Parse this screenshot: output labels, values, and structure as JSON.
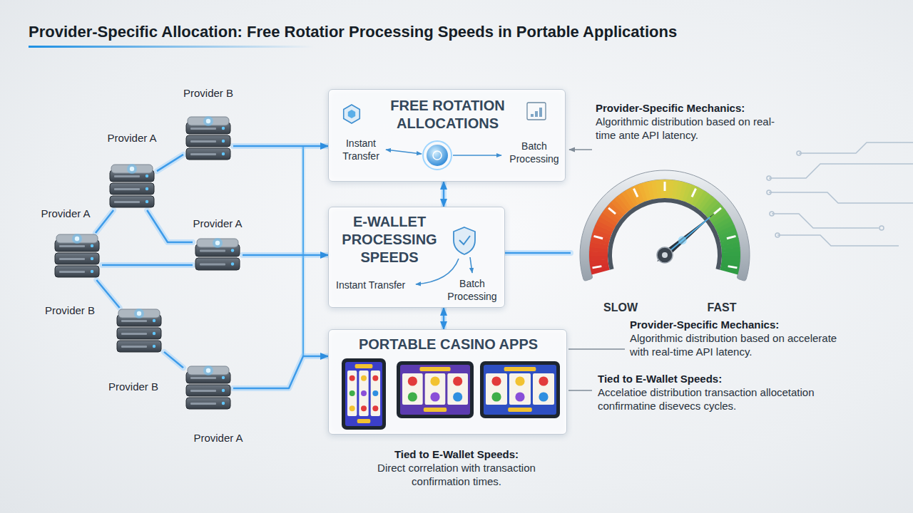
{
  "diagram": {
    "title": "Provider-Specific Allocation: Free Rotatior Processing Speeds in Portable Applications",
    "nodes": [
      {
        "text": [
          "Provider B"
        ]
      },
      {
        "text": [
          "Provider A"
        ]
      },
      {
        "text": [
          "Provider A",
          "Provider B"
        ]
      },
      {
        "text": [
          "Provider A"
        ]
      },
      {
        "text": [
          "Provider B"
        ]
      },
      {
        "text": [
          "Provider A"
        ]
      },
      {
        "text": [
          "FREE ROTATION ALLOCATIONS",
          "Instant Transfer",
          "Batch Processing"
        ]
      },
      {
        "text": [
          "E-WALLET PROCESSING SPEEDS",
          "Instant Transfer",
          "Batch Processing"
        ]
      },
      {
        "text": [
          "PORTABLE CASINO APPS"
        ]
      },
      {
        "text": [
          "SLOW",
          "FAST"
        ]
      }
    ],
    "edges": [
      {
        "from": 0,
        "to": 1,
        "arrow": "none"
      },
      {
        "from": 1,
        "to": 2,
        "arrow": "none"
      },
      {
        "from": 1,
        "to": 3,
        "arrow": "none"
      },
      {
        "from": 2,
        "to": 3,
        "arrow": "none"
      },
      {
        "from": 2,
        "to": 4,
        "arrow": "none"
      },
      {
        "from": 4,
        "to": 5,
        "arrow": "none"
      },
      {
        "from": 0,
        "to": 6,
        "arrow": "to"
      },
      {
        "from": 3,
        "to": 7,
        "arrow": "to"
      },
      {
        "from": 5,
        "to": 8,
        "arrow": "to"
      },
      {
        "from": 6,
        "to": 7,
        "arrow": "both"
      },
      {
        "from": 7,
        "to": 8,
        "arrow": "both"
      },
      {
        "from": 7,
        "to": 9,
        "arrow": "none"
      }
    ],
    "labels": [
      "Provider-Specific Mechanics:",
      "Algorithmic distribution based on real-time ante API latency.",
      "Provider-Specific Mechanics:",
      "Algorithmic distribution based on accelerate with real-time API latency.",
      "Tied to E-Wallet Speeds:",
      "Accelatioe distribution transaction allocetation confirmatine disevecs cycles.",
      "Tied to E-Wallet Speeds:",
      "Direct correlation with transaction confirmation times."
    ]
  }
}
